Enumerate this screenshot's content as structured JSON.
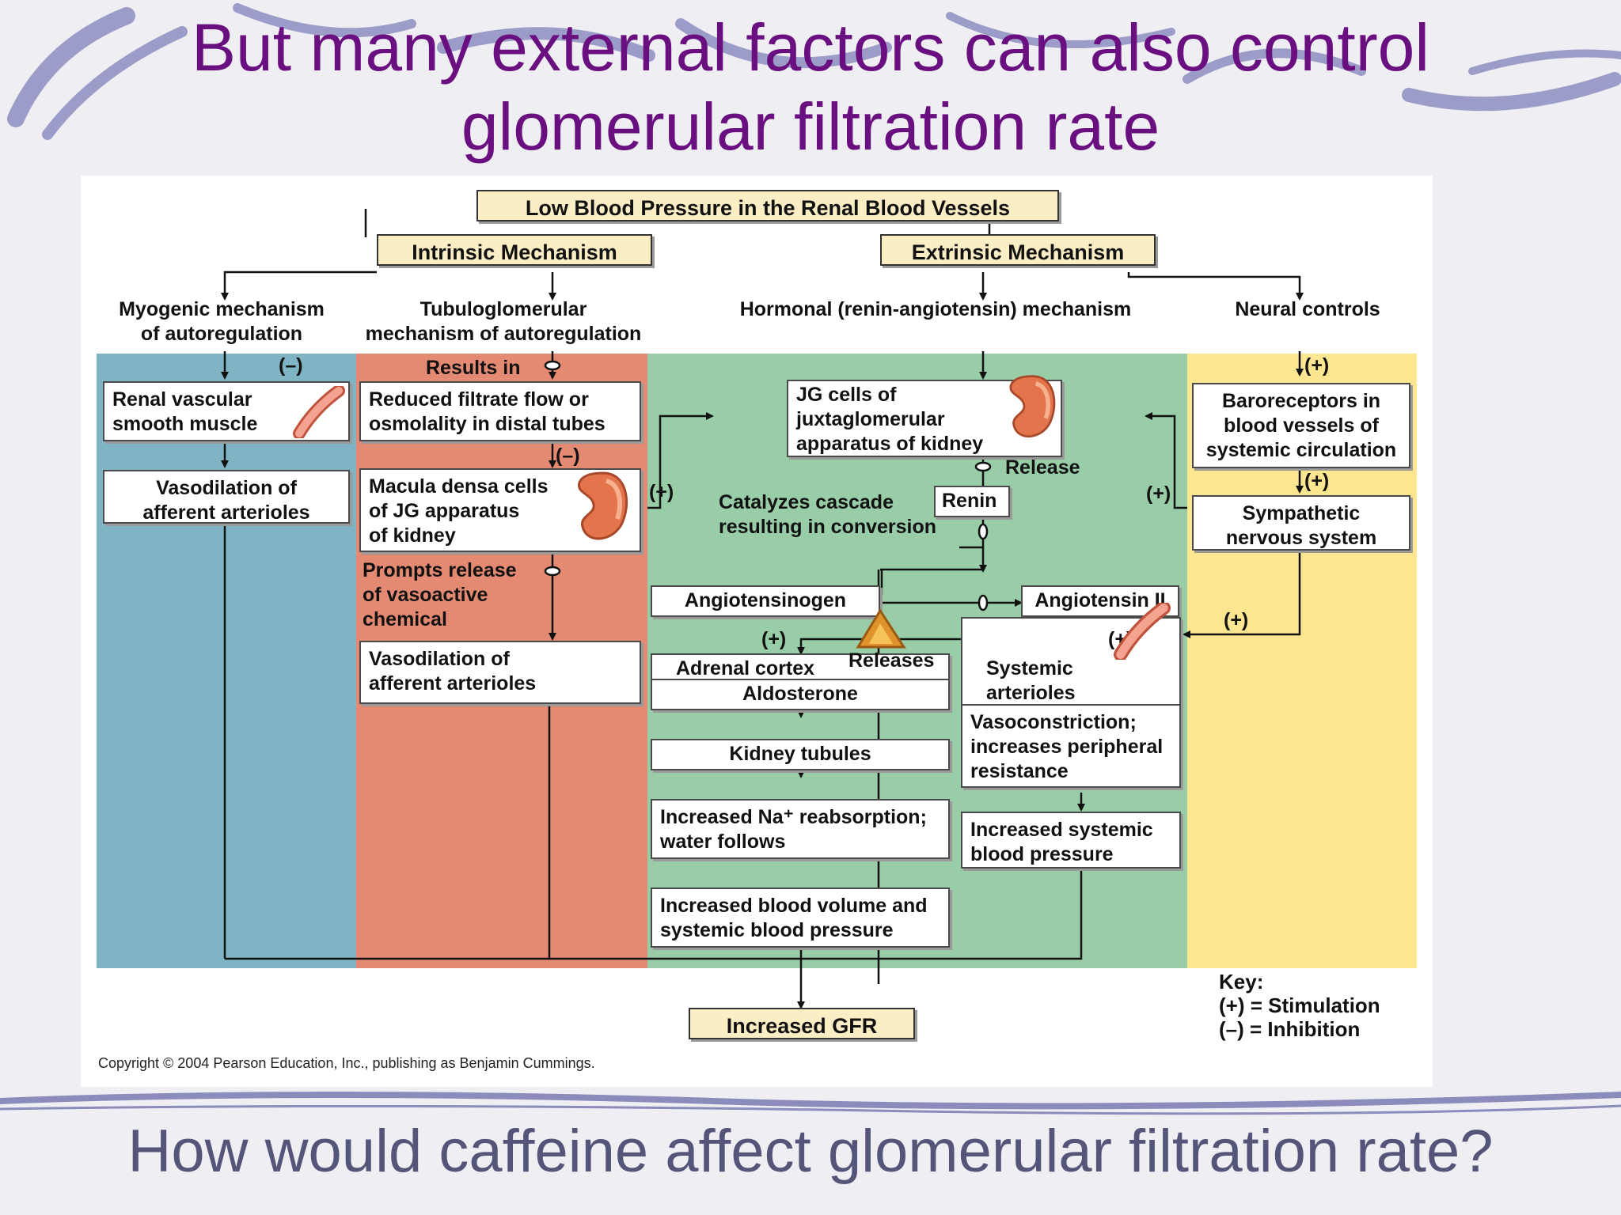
{
  "slide": {
    "title_line1": "But many external factors can also control",
    "title_line2": "glomerular filtration rate",
    "question": "How would caffeine affect glomerular filtration rate?"
  },
  "colors": {
    "title": "#6a0f80",
    "question": "#55557a",
    "band_myogenic": "#7fb4c5",
    "band_tubuloglomerular": "#e58a72",
    "band_hormonal": "#98cda8",
    "band_neural": "#fde690",
    "header_fill": "#fbedc4"
  },
  "diagram": {
    "top_header": "Low Blood Pressure in the Renal Blood Vessels",
    "intrinsic": "Intrinsic Mechanism",
    "extrinsic": "Extrinsic Mechanism",
    "col_myogenic": "Myogenic mechanism\nof autoregulation",
    "col_tubulo": "Tubuloglomerular\nmechanism of autoregulation",
    "col_hormonal": "Hormonal (renin-angiotensin) mechanism",
    "col_neural": "Neural controls",
    "renal_vascular": "Renal vascular\nsmooth muscle",
    "vasodilation_myo": "Vasodilation of\nafferent arterioles",
    "results_in": "Results in",
    "reduced_filtrate": "Reduced filtrate flow or\nosmolality in distal tubes",
    "macula_densa": "Macula densa cells\nof JG apparatus\nof kidney",
    "prompts_release": "Prompts release\nof vasoactive\nchemical",
    "vasodilation_tubulo": "Vasodilation of\nafferent arterioles",
    "jg_cells": "JG cells of\njuxtaglomerular\napparatus of kidney",
    "release": "Release",
    "renin": "Renin",
    "catalyzes": "Catalyzes cascade\nresulting in conversion",
    "angiotensinogen": "Angiotensinogen",
    "angiotensin_ii": "Angiotensin II",
    "adrenal_cortex": "Adrenal cortex",
    "releases": "Releases",
    "aldosterone": "Aldosterone",
    "kidney_tubules": "Kidney tubules",
    "increased_na": "Increased Na⁺ reabsorption;\nwater follows",
    "increased_volume": "Increased blood volume and\nsystemic blood pressure",
    "systemic_arterioles": "Systemic\narterioles",
    "vasoconstriction": "Vasoconstriction;\nincreases peripheral\nresistance",
    "increased_systemic": "Increased systemic\nblood pressure",
    "baroreceptors": "Baroreceptors in\nblood vessels of\nsystemic circulation",
    "sympathetic": "Sympathetic\nnervous system",
    "increased_gfr": "Increased GFR",
    "plus": "(+)",
    "minus": "(–)",
    "key_title": "Key:",
    "key_stim": "(+) = Stimulation",
    "key_inhib": "(–) = Inhibition",
    "copyright": "Copyright © 2004 Pearson Education, Inc., publishing as Benjamin Cummings."
  }
}
